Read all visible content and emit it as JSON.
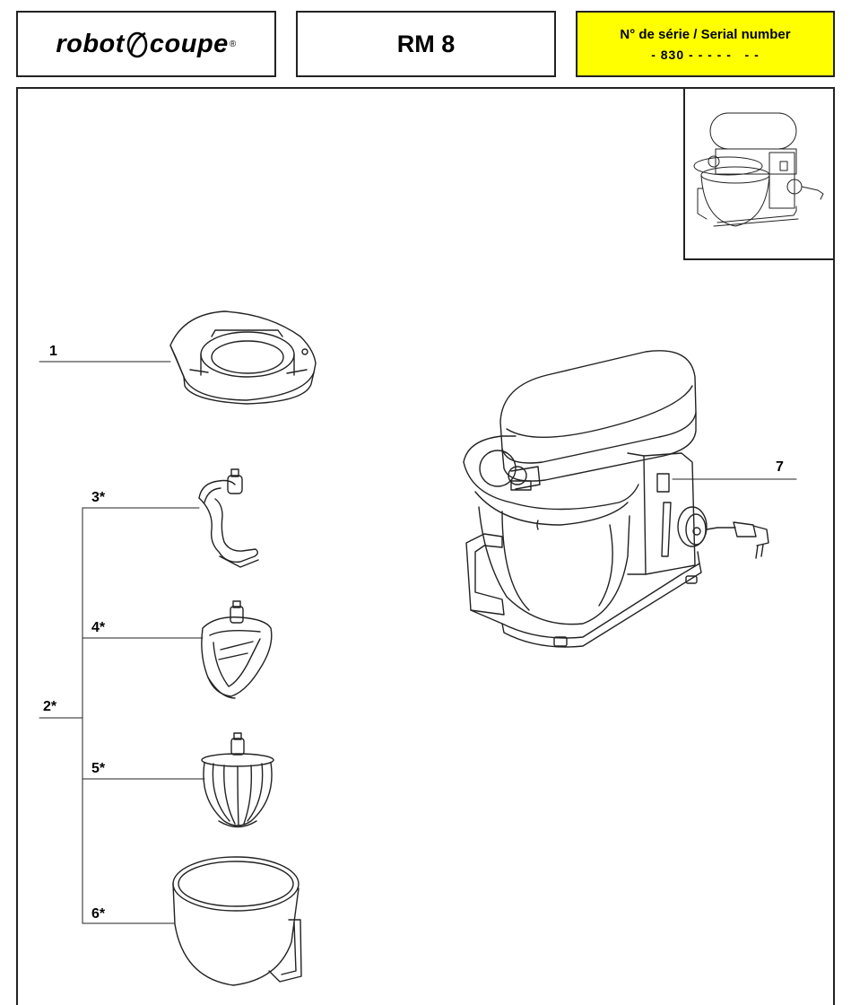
{
  "header": {
    "brand": {
      "part1": "robot",
      "part2": "coupe",
      "reg": "®"
    },
    "model": "RM 8",
    "serial": {
      "line1": "N° de série / Serial number",
      "line2": "- 830 - - - - -   - -"
    }
  },
  "callouts": {
    "c1": "1",
    "c2": "2*",
    "c3": "3*",
    "c4": "4*",
    "c5": "5*",
    "c6": "6*",
    "c7": "7"
  },
  "colors": {
    "serial_bg": "#ffff00",
    "line": "#222222"
  }
}
